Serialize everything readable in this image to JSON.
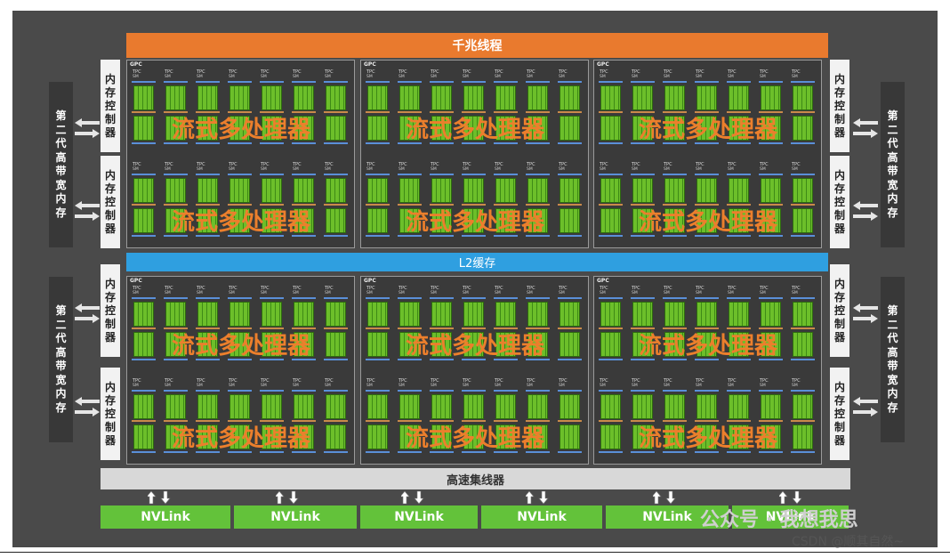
{
  "top_bar": "千兆线程",
  "l2_cache": "L2缓存",
  "hub": "高速集线器",
  "memory_controller_chars": [
    "内",
    "存",
    "控",
    "制",
    "器"
  ],
  "hbm_chars": [
    "第",
    "二",
    "代",
    "高",
    "带",
    "宽",
    "内",
    "存"
  ],
  "gpc_label": "GPC",
  "tpc_label": "TPC",
  "sm_tiny_label": "SM",
  "sm_block_label": "流式多处理器",
  "nvlink_label": "NVLink",
  "watermark": "公众号 · 我想我思",
  "csdn_credit": "CSDN @顺其自然~",
  "colors": {
    "top_bar": "#e97a2e",
    "l2_cache": "#2f9fe0",
    "hub": "#d8d8d8",
    "nvlink": "#63c23a",
    "sm_label": "#ec7f2c",
    "frame": "#4a4a4a"
  }
}
